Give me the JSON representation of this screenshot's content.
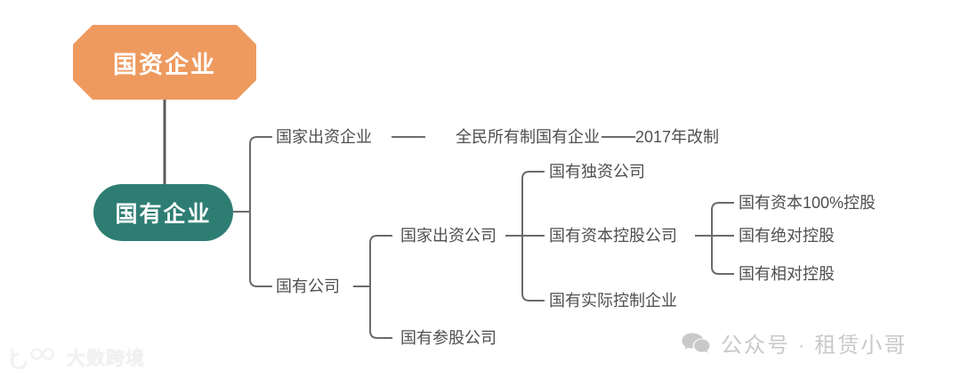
{
  "diagram": {
    "root": {
      "label": "国资企业"
    },
    "level2": {
      "label": "国有企业"
    },
    "branch_state_funded": {
      "label": "国家出资企业",
      "chain": [
        {
          "label": "全民所有制国有企业"
        },
        {
          "label": "2017年改制"
        }
      ]
    },
    "branch_state_company": {
      "label": "国有公司",
      "children": [
        {
          "label": "国家出资公司"
        },
        {
          "label": "国有参股公司"
        }
      ]
    },
    "state_funded_company_children": [
      {
        "label": "国有独资公司"
      },
      {
        "label": "国有资本控股公司"
      },
      {
        "label": "国有实际控制企业"
      }
    ],
    "holding_company_children": [
      {
        "label": "国有资本100%控股"
      },
      {
        "label": "国有绝对控股"
      },
      {
        "label": "国有相对控股"
      }
    ]
  },
  "watermarks": {
    "left": {
      "text": "大数跨境",
      "icon": "dashu-logo-icon"
    },
    "right": {
      "text": "公众号 · 租赁小哥",
      "icon": "wechat-icon"
    }
  },
  "colors": {
    "root_node": "#ee9a5f",
    "level2_node": "#2e7d73",
    "connector": "#6b6b6b",
    "leaf_text": "#4f4f4f",
    "background": "#ffffff"
  }
}
